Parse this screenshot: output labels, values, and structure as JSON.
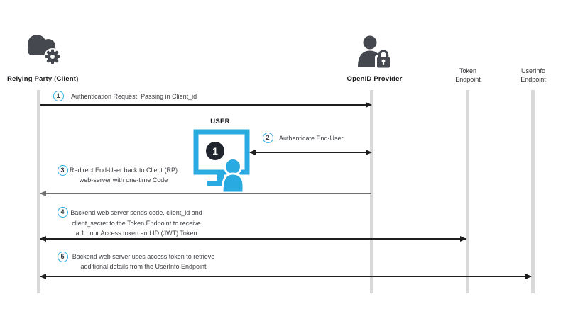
{
  "colors": {
    "cyan": "#29ABE2",
    "icon-dark": "#45484E",
    "lifeline": "#D9D9D9",
    "arrow-dark": "#1E1E1E",
    "arrow-gray": "#6F6F6F",
    "badge-dark": "#20242C",
    "text": "#3A3D42"
  },
  "actors": {
    "relying_party": {
      "label": "Relying Party (Client)",
      "icon": "cloud-gear-icon"
    },
    "openid_provider": {
      "label": "OpenID Provider",
      "icon": "person-lock-icon"
    },
    "token_endpoint": {
      "line1": "Token",
      "line2": "Endpoint"
    },
    "userinfo_endpoint": {
      "line1": "UserInfo",
      "line2": "Endpoint"
    }
  },
  "user": {
    "label": "USER",
    "badge": "1",
    "icon": "monitor-user-icon"
  },
  "steps": [
    {
      "num": "1",
      "text": "Authentication Request: Passing in Client_id"
    },
    {
      "num": "2",
      "text": "Authenticate End-User"
    },
    {
      "num": "3",
      "lines": [
        "Redirect End-User back to Client (RP)",
        "web-server with one-time Code"
      ]
    },
    {
      "num": "4",
      "lines": [
        "Backend web server sends code, client_id and",
        "client_secret to the Token Endpoint to receive",
        "a 1 hour Access token and ID (JWT) Token"
      ]
    },
    {
      "num": "5",
      "lines": [
        "Backend web server uses access token to retrieve",
        "additional details from the UserInfo Endpoint"
      ]
    }
  ]
}
